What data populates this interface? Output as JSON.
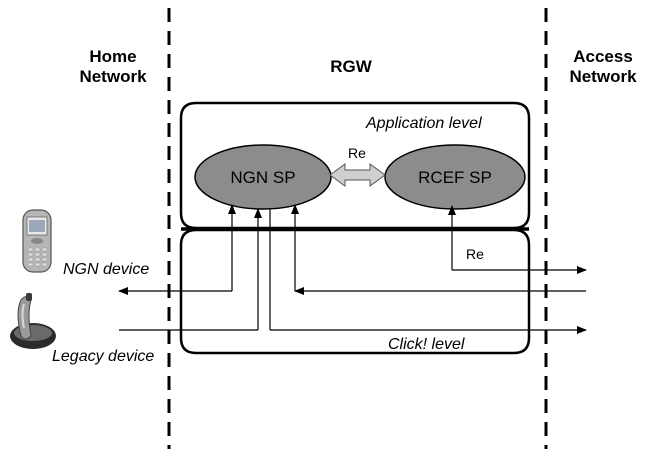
{
  "zones": {
    "home": [
      "Home",
      "Network"
    ],
    "rgw": "RGW",
    "access": [
      "Access",
      "Network"
    ]
  },
  "levels": {
    "application": "Application level",
    "click": "Click! level"
  },
  "nodes": {
    "ngn_sp": "NGN SP",
    "rcef_sp": "RCEF SP"
  },
  "links": {
    "re_top": "Re",
    "re_bottom": "Re"
  },
  "devices": {
    "ngn": "NGN device",
    "legacy": "Legacy device"
  },
  "colors": {
    "node_fill": "#8c8c8c",
    "double_arrow_fill": "#cfcfcf",
    "stroke": "#000000"
  },
  "icons": {
    "ngn_device": "mobile-phone-icon",
    "legacy_device": "cordless-phone-icon"
  }
}
